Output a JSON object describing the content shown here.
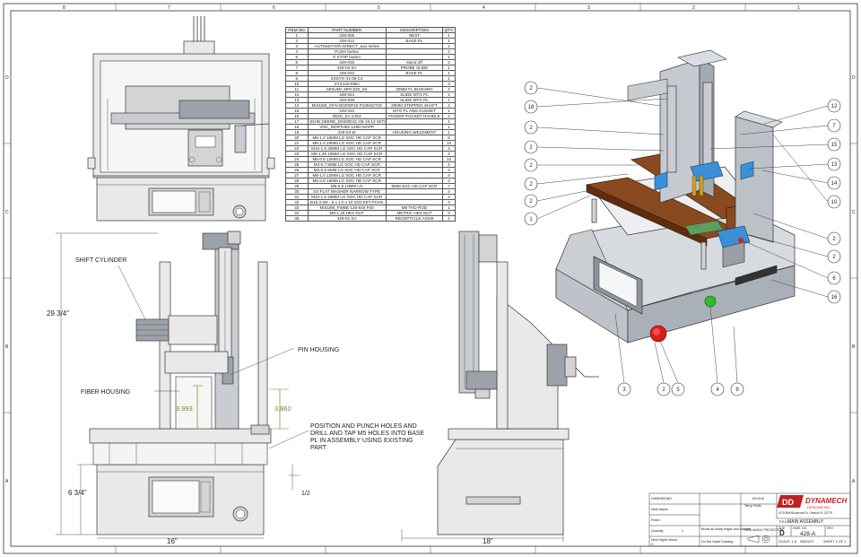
{
  "drawing": {
    "labels": {
      "shift_cylinder": "SHIFT CYLINDER",
      "pin_housing": "PIN HOUSING",
      "fiber_housing": "FIBER HOUSING",
      "note": "POSITION AND PUNCH HOLES AND DRILL AND TAP M5 HOLES INTO BASE PL IN ASSEMBLY USING EXISTING PART"
    },
    "dimensions": {
      "height": "29 3/4\"",
      "base_height": "6 3/4\"",
      "width": "16\"",
      "depth": "18\"",
      "d1": "3.993",
      "d2": "3.862",
      "half": "1/2"
    },
    "callouts": [
      "2",
      "18",
      "2",
      "2",
      "2",
      "2",
      "2",
      "1",
      "12",
      "7",
      "15",
      "13",
      "14",
      "10",
      "2",
      "2",
      "6",
      "16",
      "3",
      "2",
      "5",
      "4",
      "8"
    ]
  },
  "bom": {
    "headers": [
      "ITEM NO.",
      "PART NUMBER",
      "DESCRIPTION",
      "QTY."
    ],
    "rows": [
      [
        "1",
        "428-005",
        "NEST",
        "1"
      ],
      [
        "2",
        "428-012",
        "BASE PL",
        "1"
      ],
      [
        "3",
        "AUTOMATION DIRECT_ea1 series",
        "",
        "1"
      ],
      [
        "4",
        "PUSH button",
        "",
        "2"
      ],
      [
        "5",
        "E STOP button",
        "",
        "1"
      ],
      [
        "6",
        "428-016",
        "stand off",
        "4"
      ],
      [
        "7",
        "428-04 SA",
        "PROBE SLIDE",
        "1"
      ],
      [
        "8",
        "428-023",
        "BASE PL",
        "1"
      ],
      [
        "9",
        "SSSYX-41-05-C4",
        "",
        "1"
      ],
      [
        "10",
        "SYS140-5MU",
        "",
        "3"
      ],
      [
        "11",
        "MISUMI_MPCZ20_50",
        "20MM FL BUSHING",
        "2"
      ],
      [
        "12",
        "428-024",
        "SLIDE MTG PL",
        "1"
      ],
      [
        "13",
        "428-028",
        "SLIDE MTG PL",
        "1"
      ],
      [
        "14",
        "MISUMI_SFAH20200F19 P16M10T19",
        "20MM STEPPED SHAFT",
        "2"
      ],
      [
        "15",
        "428-022",
        "MTG PL AND GUSSET",
        "1"
      ],
      [
        "16",
        "REID_SC-1253",
        "FINGER POCKET HANDLE",
        "2"
      ],
      [
        "17",
        "JOHN DEERE_D040001C-06-15-12 WITH BENT FRAME",
        "",
        "1"
      ],
      [
        "18",
        "VNC_NORTH52-125D-MAPP",
        "",
        "1"
      ],
      [
        "19",
        "428-03 W",
        "HOUSING WELDMENT",
        "1"
      ],
      [
        "20",
        "M6-1.0 16MM LG SOC HD CAP SCR",
        "",
        "6"
      ],
      [
        "21",
        "M6-1.0 20MM LG SOC HD CAP SCR",
        "",
        "10"
      ],
      [
        "22",
        "M10-1.5 30MM LG SOC HD CAP SCR",
        "",
        "4"
      ],
      [
        "23",
        "M8-1.25 16MM LG SOC HD CAP SCR",
        "",
        "4"
      ],
      [
        "24",
        "M5-0.8 12MM LG SOC HD CAP SCR",
        "",
        "10"
      ],
      [
        "25",
        "M4-0.7 8MM LG SOC HD CAP SCR",
        "",
        "4"
      ],
      [
        "26",
        "M3-0.5 8MM LG SOC HD CAP SCR",
        "",
        "4"
      ],
      [
        "27",
        "M6-1.0 12MM LG SOC HD CAP SCR",
        "",
        "4"
      ],
      [
        "28",
        "M5-0.8 16MM LG SOC HD CAP SCR",
        "",
        "4"
      ],
      [
        "29",
        "M5-0.8 10MM LG",
        "5MM SOC HD CAP SCR",
        "7"
      ],
      [
        "30",
        "SS FLAT WASHER NARROW TYPE",
        "",
        "4"
      ],
      [
        "31",
        "M10-1.5 25MM LG SOC HD CAP SCR",
        "",
        "4"
      ],
      [
        "32",
        "B18.3.3M - 5 x 1.0 x 16 SOCKET FCHS",
        "",
        "4"
      ],
      [
        "33",
        "MISUMI_FWBE-130-840 P20",
        "M8 THD ROD",
        "1"
      ],
      [
        "34",
        "M8-1.25 HEX NUT",
        "METRIC HEX NUT",
        "3"
      ],
      [
        "35",
        "428-01 SA",
        "RECEPTICLE ASSM",
        "1"
      ]
    ]
  },
  "title_block": {
    "company": "DYNAMECH",
    "company_sub": "DESIGNS INC.",
    "address": "4178 Bell Boulevard Dr. Orlando FL 32779",
    "title": "MAIN ASSEMBLY",
    "size": "D",
    "dwg_no": "428-A",
    "rev": "REV",
    "scale": "SCALE: 1:8",
    "weight": "WEIGHT:",
    "sheet": "SHEET 1 OF 1",
    "drawn_by": "Terry Sullo",
    "date": "10/13/15",
    "labels": {
      "dimensions": "DIMENSIONS",
      "next_assy": "Next Assem",
      "finish": "Finish",
      "quantity": "Quantity",
      "next_higher": "Next Higher Assm.",
      "break": "Break all sharp edges and corners",
      "do_not_scale": "Do Not Scale Drawing",
      "title_lbl": "TITLE:",
      "size_lbl": "SIZE",
      "dwg_lbl": "DWG. NO.",
      "third_angle": "THIRD ANGLE PROJECTION",
      "quantity_val": "1",
      "next_higher_val": "X"
    }
  },
  "border": {
    "top": [
      "8",
      "7",
      "6",
      "5",
      "4",
      "3",
      "2",
      "1"
    ],
    "side": [
      "D",
      "C",
      "B",
      "A"
    ]
  }
}
